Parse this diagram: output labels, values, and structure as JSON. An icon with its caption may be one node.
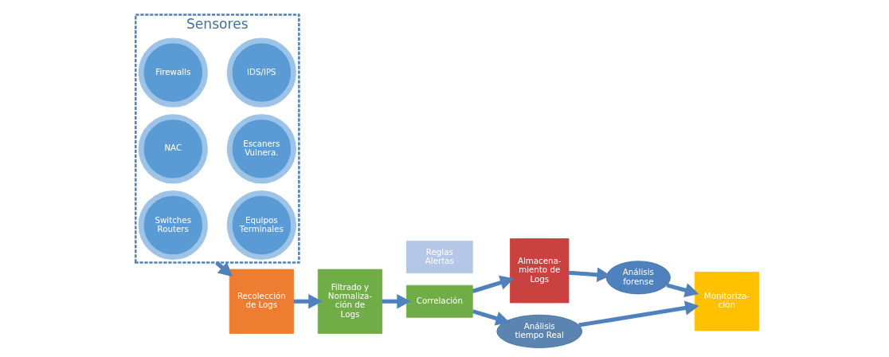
{
  "diagram": {
    "nodes": [
      {
        "text": [
          "Sensores"
        ]
      },
      {
        "text": [
          "Firewalls"
        ],
        "in": 0
      },
      {
        "text": [
          "IDS/IPS"
        ],
        "in": 0
      },
      {
        "text": [
          "Switches Routers"
        ],
        "in": 0
      },
      {
        "text": [
          "Equipos Terminales"
        ],
        "in": 0
      },
      {
        "text": [
          "NAC"
        ],
        "in": 0
      },
      {
        "text": [
          "Escaners Vulnera."
        ],
        "in": 0
      },
      {
        "text": [
          "Recolección de Logs"
        ]
      },
      {
        "text": [
          "Filtrado y Normaliza- ción de Logs"
        ]
      },
      {
        "text": [
          "Reglas Alertas"
        ]
      },
      {
        "text": [
          "Correlación"
        ]
      },
      {
        "text": [
          "Almacena- miento de Logs"
        ]
      },
      {
        "text": [
          "Análisis tiempo Real"
        ]
      },
      {
        "text": [
          "Monitoriza- ción"
        ]
      },
      {
        "text": [
          "Análisis forense"
        ]
      }
    ],
    "edges": [
      {
        "from": 0,
        "to": 7,
        "arrow": "to"
      },
      {
        "from": 7,
        "to": 8,
        "arrow": "to"
      },
      {
        "from": 8,
        "to": 10,
        "arrow": "to"
      },
      {
        "from": 10,
        "to": 11,
        "arrow": "to"
      },
      {
        "from": 10,
        "to": 12,
        "arrow": "to"
      },
      {
        "from": 11,
        "to": 14,
        "arrow": "to"
      },
      {
        "from": 12,
        "to": 13,
        "arrow": "to"
      },
      {
        "from": 14,
        "to": 13,
        "arrow": "to"
      }
    ]
  }
}
